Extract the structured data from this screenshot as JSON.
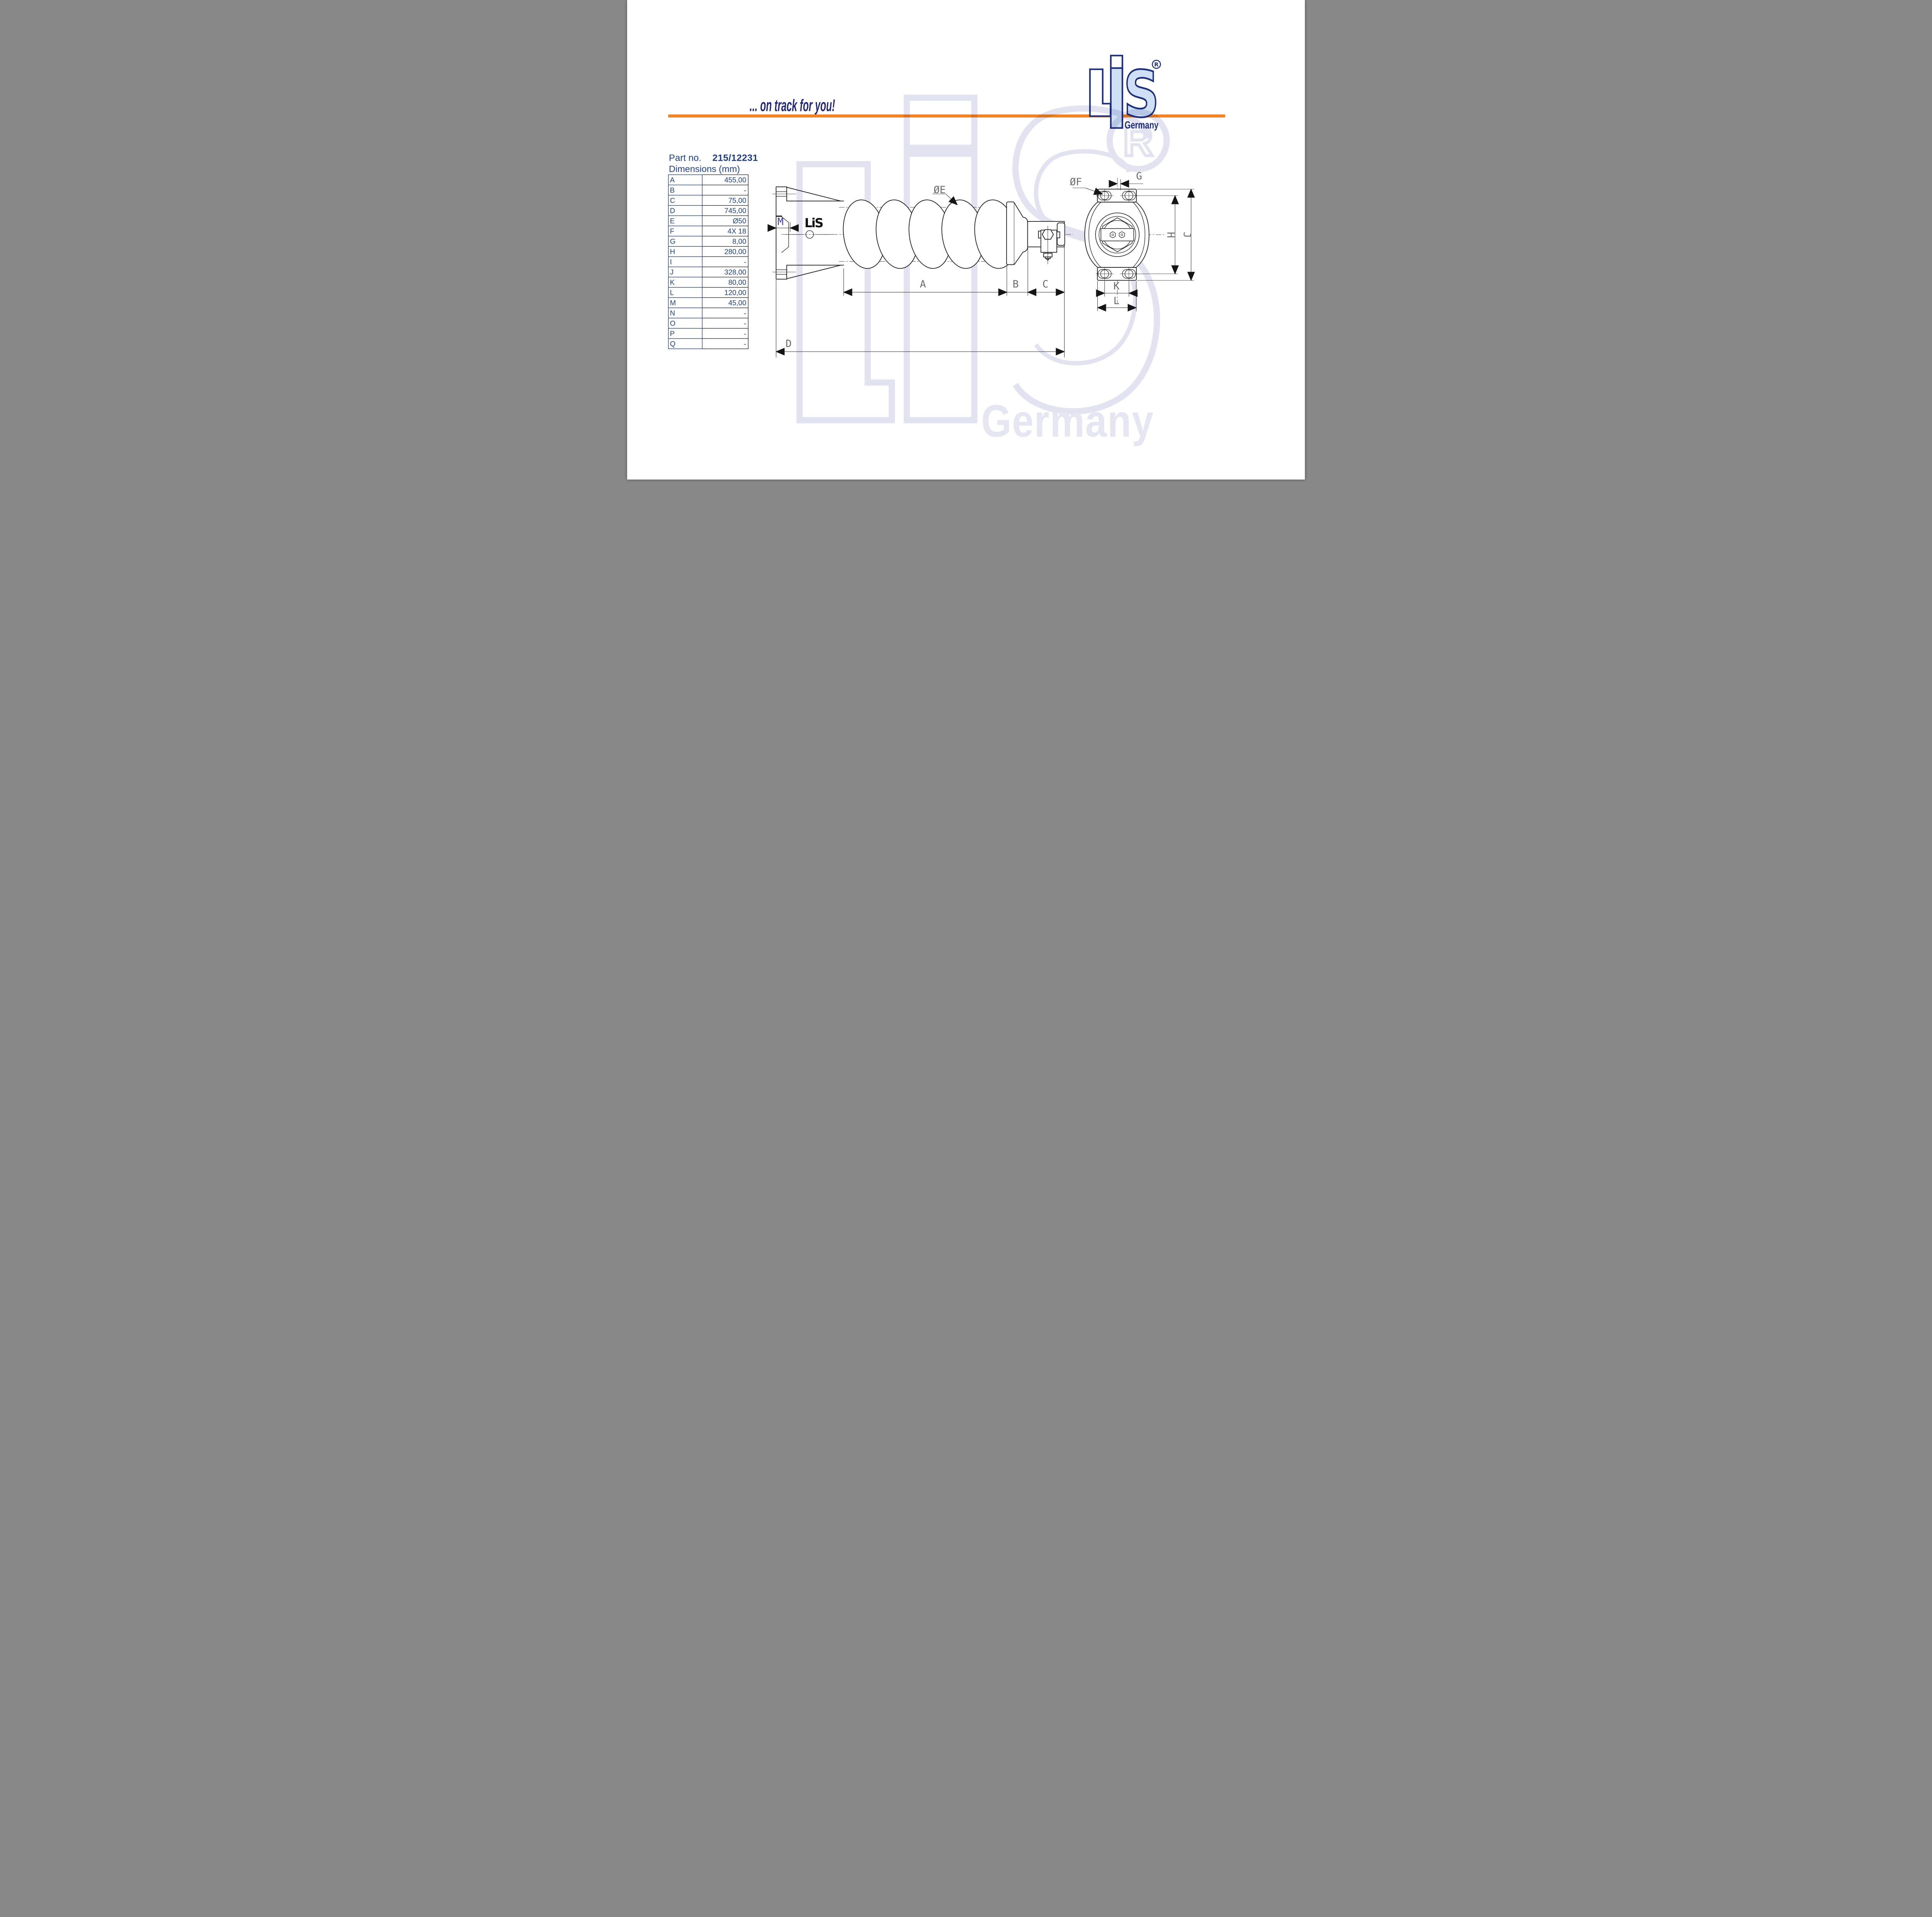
{
  "header": {
    "tagline": "... on track for you!"
  },
  "logo": {
    "letter_s": "S",
    "registered_mark": "R",
    "country": "Germany"
  },
  "watermark": {
    "registered_mark": "R",
    "country": "Germany"
  },
  "part": {
    "label": "Part no.",
    "number": "215/12231",
    "dimensions_label": "Dimensions (mm)",
    "stamp_logo": "LiS"
  },
  "table": {
    "rows": [
      {
        "label": "A",
        "value": "455,00"
      },
      {
        "label": "B",
        "value": "-"
      },
      {
        "label": "C",
        "value": "75,00"
      },
      {
        "label": "D",
        "value": "745,00"
      },
      {
        "label": "E",
        "value": "Ø50"
      },
      {
        "label": "F",
        "value": "4X 18"
      },
      {
        "label": "G",
        "value": "8,00"
      },
      {
        "label": "H",
        "value": "280,00"
      },
      {
        "label": "I",
        "value": "-"
      },
      {
        "label": "J",
        "value": "328,00"
      },
      {
        "label": "K",
        "value": "80,00"
      },
      {
        "label": "L",
        "value": "120,00"
      },
      {
        "label": "M",
        "value": "45,00"
      },
      {
        "label": "N",
        "value": "-"
      },
      {
        "label": "O",
        "value": "-"
      },
      {
        "label": "P",
        "value": "-"
      },
      {
        "label": "Q",
        "value": "-"
      }
    ]
  },
  "drawing": {
    "labels": {
      "a": "A",
      "b": "B",
      "c": "C",
      "d": "D",
      "m": "M",
      "e": "ØE",
      "f": "ØF",
      "g": "G",
      "h": "H",
      "j": "J",
      "k": "K",
      "l": "L"
    }
  },
  "colors": {
    "navy": "#23277b",
    "table_blue": "#1e4289",
    "orange": "#f6821f",
    "logo_light_blue": "#cfe0f4",
    "watermark_lavender": "#e2e2f0",
    "dim_label_gray": "#6b6b6b",
    "line_black": "#1a1a1a"
  }
}
